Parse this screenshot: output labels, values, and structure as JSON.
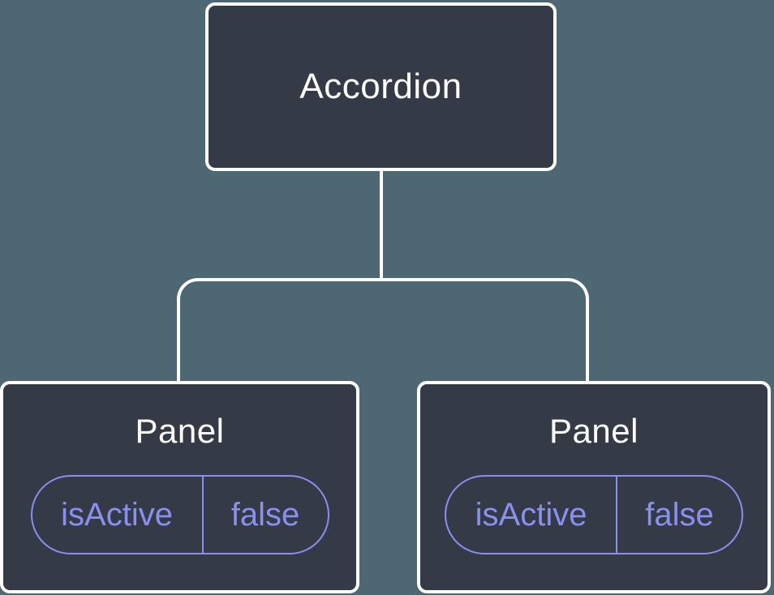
{
  "colors": {
    "background": "#4D6872",
    "node_fill": "#343A46",
    "node_border": "#FFFFFF",
    "node_text": "#FFFFFF",
    "connector": "#FFFFFF",
    "state_accent": "#8A8FF2"
  },
  "tree": {
    "root": {
      "label": "Accordion"
    },
    "children": [
      {
        "label": "Panel",
        "state": {
          "key": "isActive",
          "value": "false"
        }
      },
      {
        "label": "Panel",
        "state": {
          "key": "isActive",
          "value": "false"
        }
      }
    ]
  }
}
